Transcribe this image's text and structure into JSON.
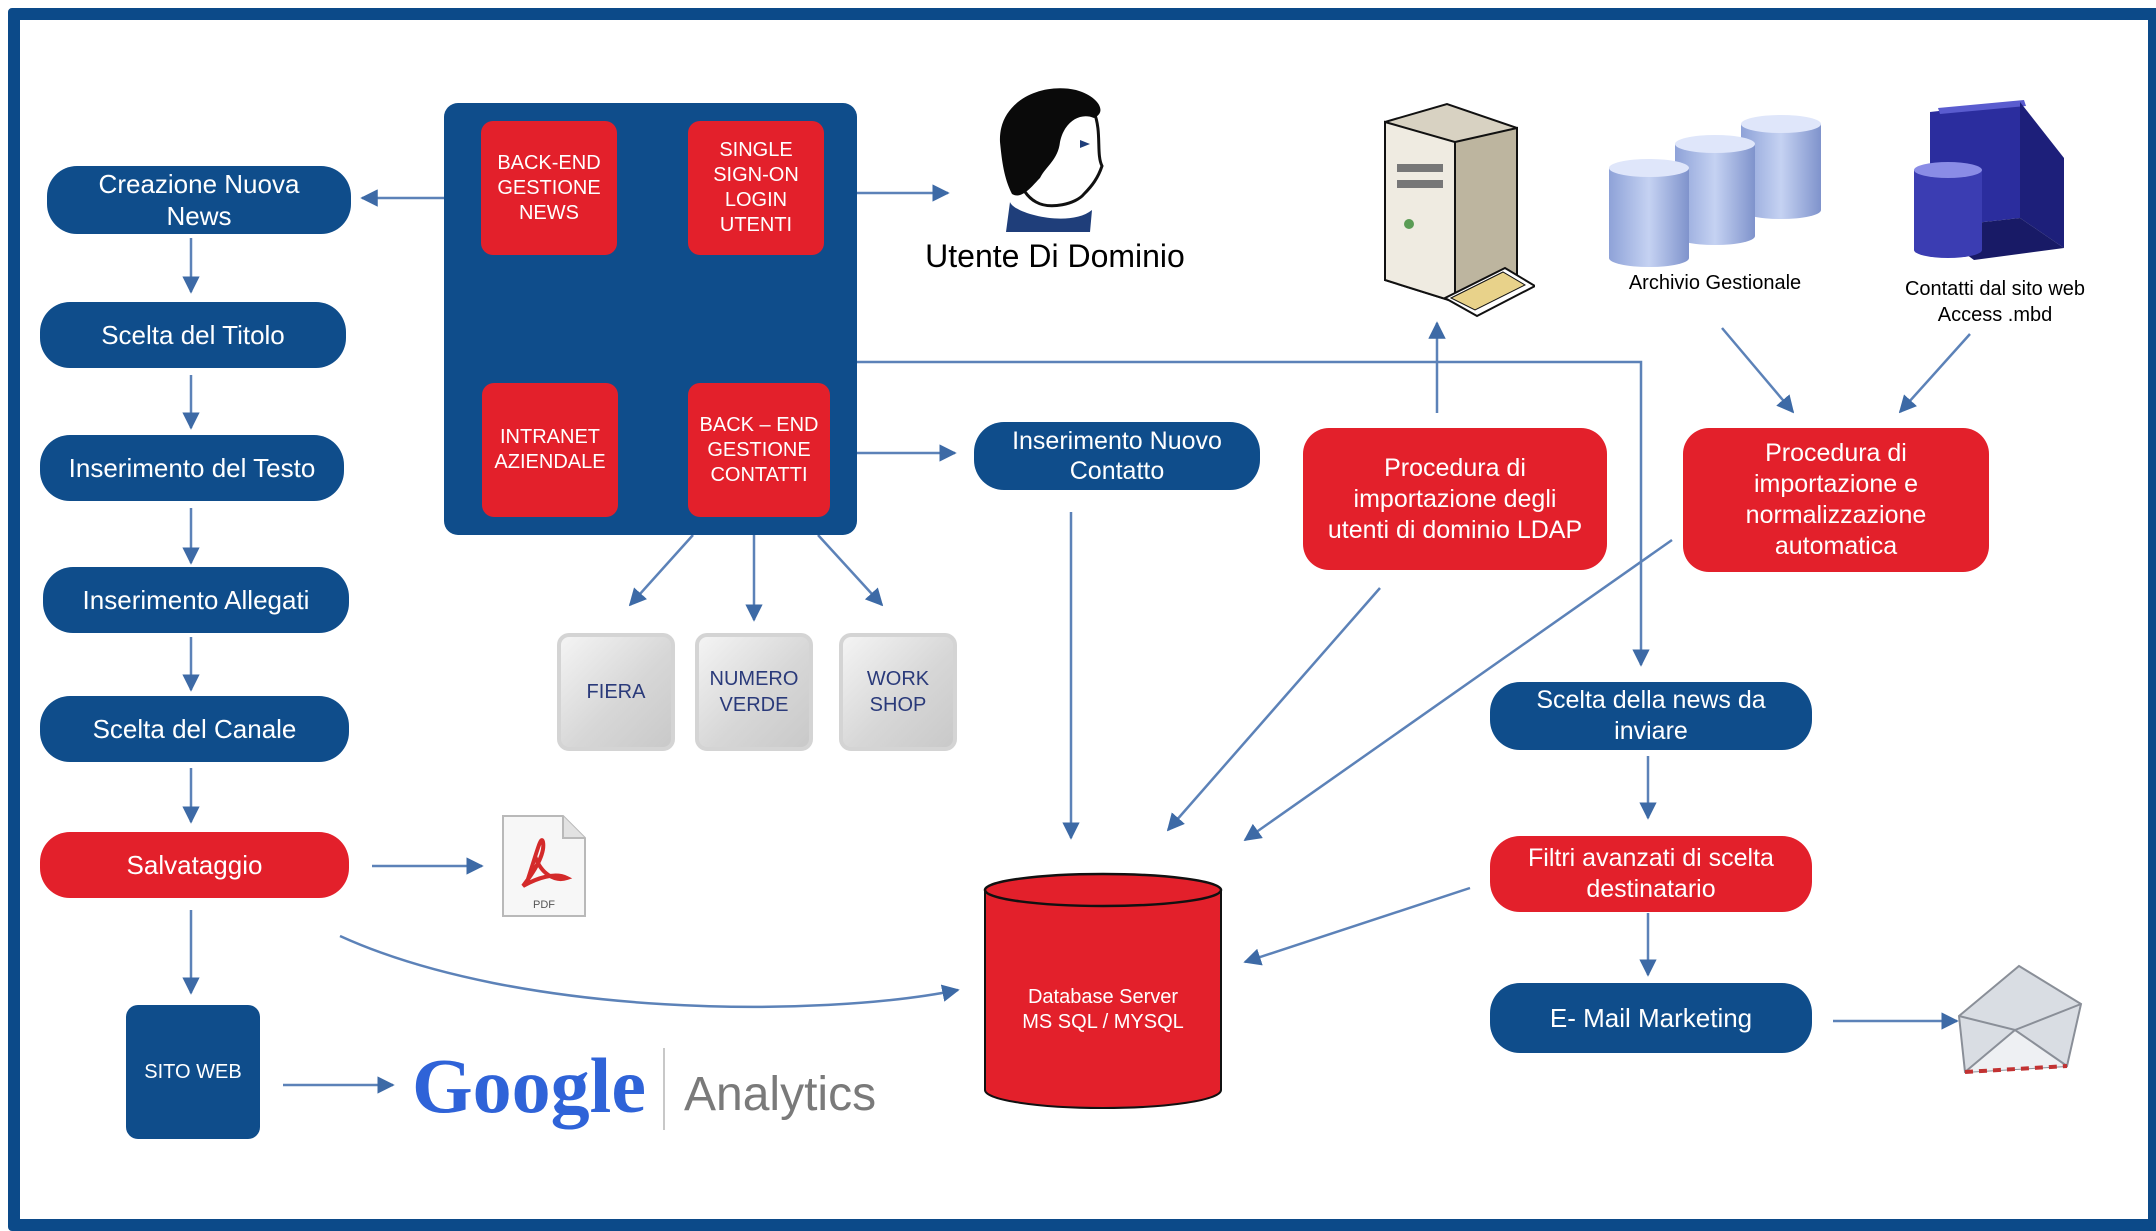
{
  "left_flow": {
    "step1": "Creazione Nuova News",
    "step2": "Scelta del Titolo",
    "step3": "Inserimento del Testo",
    "step4": "Inserimento Allegati",
    "step5": "Scelta del Canale",
    "step6": "Salvataggio",
    "site": "SITO WEB"
  },
  "panel": {
    "backend_news": [
      "BACK-END",
      "GESTIONE",
      "NEWS"
    ],
    "sso": [
      "SINGLE",
      "SIGN-ON",
      "LOGIN",
      "UTENTI"
    ],
    "intranet": [
      "INTRANET",
      "AZIENDALE"
    ],
    "backend_contacts": [
      "BACK – END",
      "GESTIONE",
      "CONTATTI"
    ]
  },
  "channels": {
    "fiera": [
      "FIERA"
    ],
    "numero_verde": [
      "NUMERO",
      "VERDE"
    ],
    "workshop": [
      "WORK",
      "SHOP"
    ]
  },
  "user": {
    "label": "Utente Di Dominio"
  },
  "middle": {
    "new_contact": [
      "Inserimento Nuovo",
      "Contatto"
    ],
    "database": [
      "Database Server",
      "MS SQL / MYSQL"
    ]
  },
  "right": {
    "ldap_import": [
      "Procedura di",
      "importazione degli",
      "utenti di dominio LDAP"
    ],
    "auto_import": [
      "Procedura di",
      "importazione e",
      "normalizzazione",
      "automatica"
    ],
    "archive_label": "Archivio Gestionale",
    "contacts_label": [
      "Contatti dal sito web",
      "Access .mbd"
    ],
    "news_select": [
      "Scelta della news da",
      "inviare"
    ],
    "filters": [
      "Filtri avanzati di scelta",
      "destinatario"
    ],
    "email_marketing": "E- Mail Marketing"
  },
  "pdf_label": "PDF",
  "google": {
    "word": "Google",
    "product": "Analytics"
  },
  "colors": {
    "blue": "#0f4d8b",
    "red": "#e3202b",
    "frame": "#0c4a89",
    "arrow": "#3d6aa6"
  }
}
